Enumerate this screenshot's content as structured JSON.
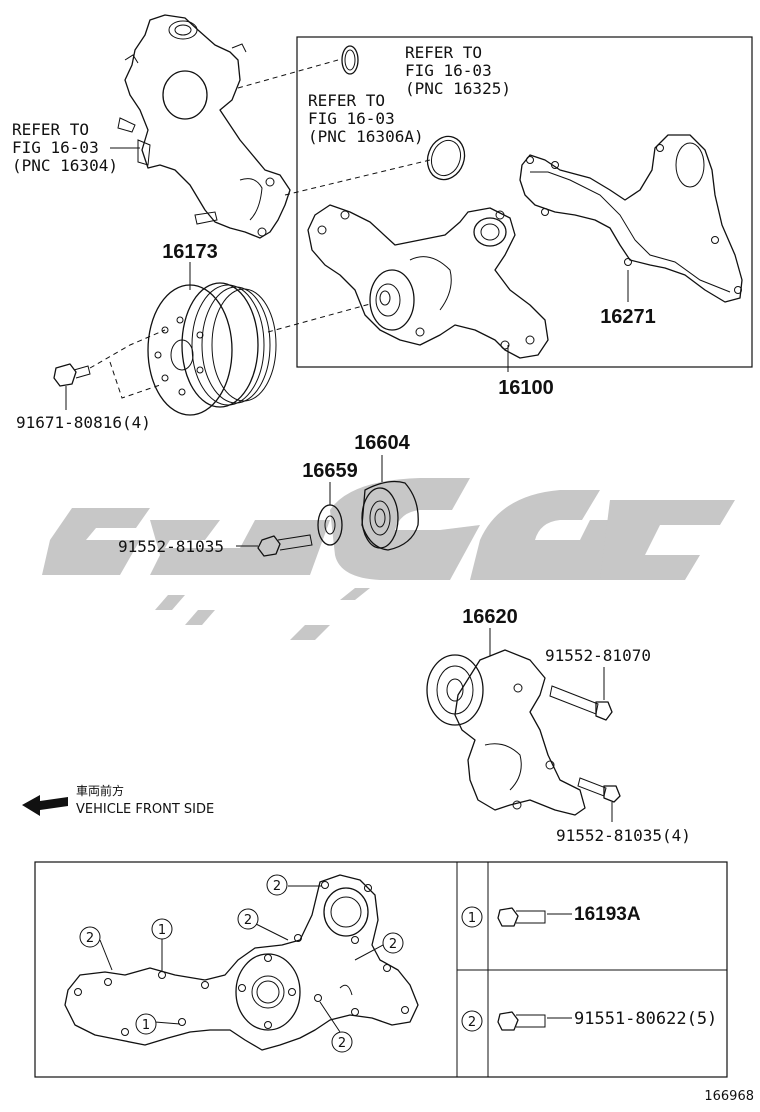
{
  "refs": {
    "ref1": [
      "REFER TO",
      "FIG 16-03",
      "(PNC 16304)"
    ],
    "ref2": [
      "REFER TO",
      "FIG 16-03",
      "(PNC 16306A)"
    ],
    "ref3": [
      "REFER TO",
      "FIG 16-03",
      "(PNC 16325)"
    ]
  },
  "parts": {
    "p16173": "16173",
    "p16271": "16271",
    "p16100": "16100",
    "p91671": "91671-80816(4)",
    "p16604": "16604",
    "p16659": "16659",
    "p91552a": "91552-81035",
    "p16620": "16620",
    "p91552b": "91552-81070",
    "p91552c": "91552-81035(4)"
  },
  "direction": {
    "jp": "車両前方",
    "en": "VEHICLE FRONT SIDE"
  },
  "legend": {
    "c1": "1",
    "c2": "2",
    "part1": "16193A",
    "part2": "91551-80622(5)"
  },
  "figure_code": "166968"
}
